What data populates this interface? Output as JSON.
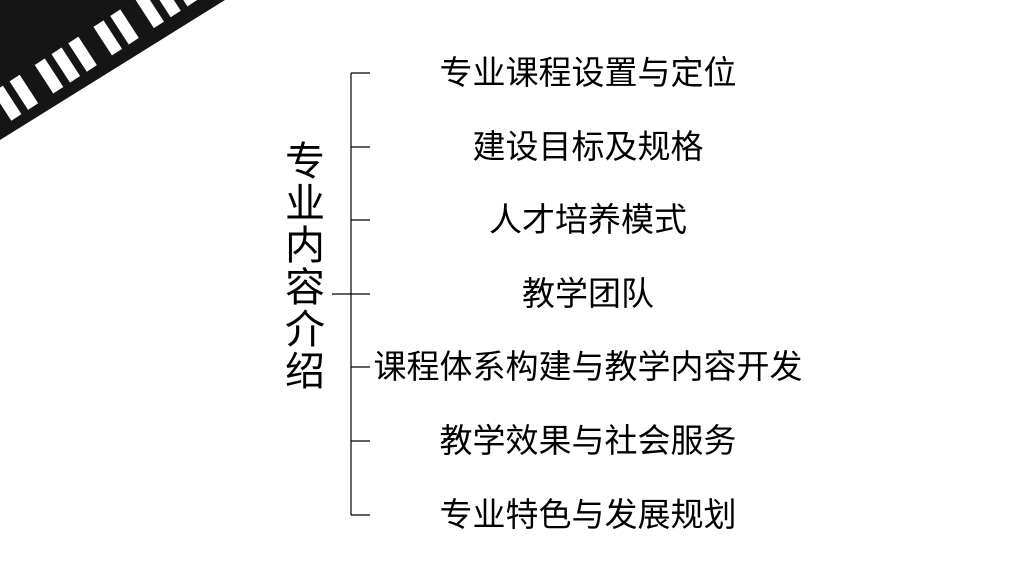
{
  "slide": {
    "section_title": "专业内容介绍",
    "items": [
      "专业课程设置与定位",
      "建设目标及规格",
      "人才培养模式",
      "教学团队",
      "课程体系构建与教学内容开发",
      "教学效果与社会服务",
      "专业特色与发展规划"
    ]
  },
  "colors": {
    "text": "#000000",
    "background": "#ffffff",
    "accent": "#1a1a1a"
  },
  "decoration": {
    "icon": "piano-keys-icon"
  }
}
